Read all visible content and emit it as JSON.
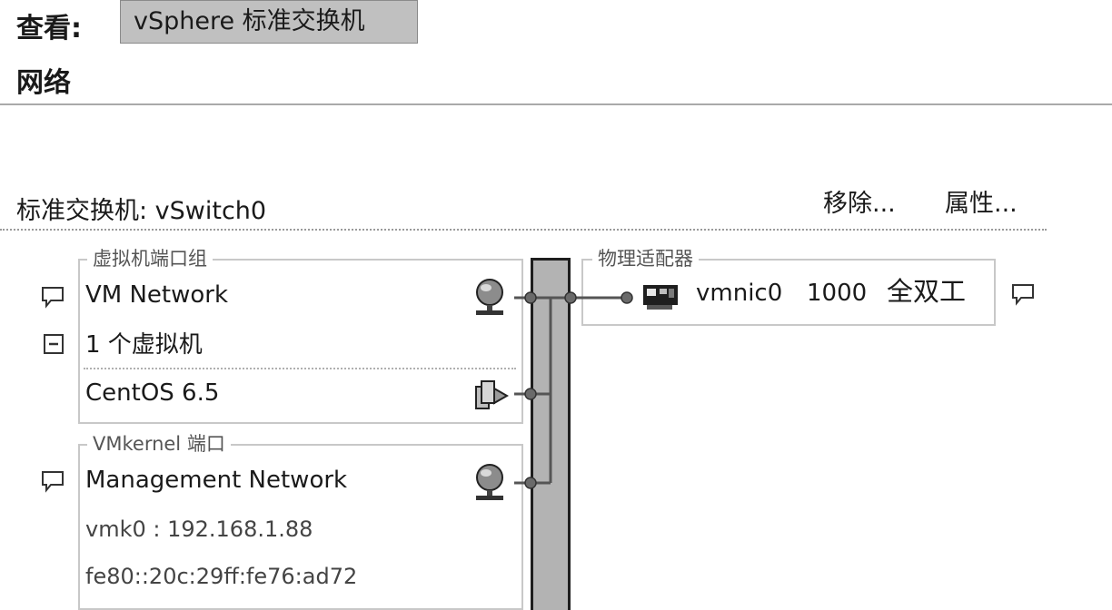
{
  "header": {
    "view_label": "查看:",
    "view_select": "vSphere 标准交换机",
    "network_title": "网络"
  },
  "switch": {
    "title": "标准交换机: vSwitch0",
    "remove_link": "移除...",
    "properties_link": "属性..."
  },
  "port_group": {
    "legend": "虚拟机端口组",
    "name": "VM Network",
    "vm_count": "1 个虚拟机",
    "vm_name": "CentOS 6.5"
  },
  "vmkernel": {
    "legend": "VMkernel 端口",
    "name": "Management Network",
    "ipv4": "vmk0 : 192.168.1.88",
    "ipv6": "fe80::20c:29ff:fe76:ad72"
  },
  "physical_adapters": {
    "legend": "物理适配器",
    "nic_name": "vmnic0",
    "speed": "1000",
    "duplex": "全双工"
  },
  "icons": {
    "comment": "speech-bubble-icon",
    "collapse": "minus-box-icon",
    "network": "globe-network-icon",
    "vm": "virtual-machine-icon",
    "nic": "network-card-icon"
  },
  "colors": {
    "bar_fill": "#b3b3b3",
    "select_bg": "#c0c0c0",
    "line": "#555555"
  }
}
